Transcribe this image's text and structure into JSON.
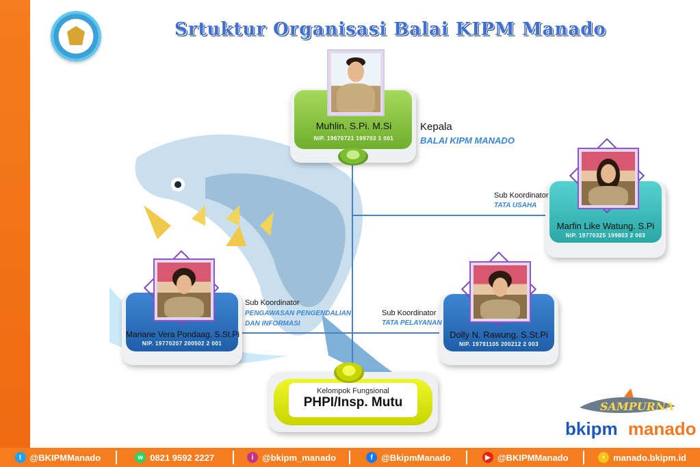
{
  "title": "Srtuktur Organisasi Balai KIPM Manado",
  "colors": {
    "orange": "#f57c1f",
    "blue": "#3a86d6",
    "green": "#8bc53f",
    "teal": "#3fc7c7",
    "navy": "#2d6fc0",
    "lime": "#d6e600"
  },
  "head": {
    "name": "Muhlin. S.Pi. M.Si",
    "nip": "NIP. 19670721 199703 1 001",
    "role_label": "Kepala",
    "role_unit": "BALAI KIPM MANADO"
  },
  "tata_usaha": {
    "name": "Marfin Like Watung. S.Pi",
    "nip": "NIP. 19770325 199803 2 003",
    "role_label": "Sub Koordinator",
    "role_unit": "TATA USAHA"
  },
  "pengawasan": {
    "name": "Mariane Vera Pondaag. S.St.Pi",
    "nip": "NIP. 19770207 200502 2 001",
    "role_label": "Sub Koordinator",
    "role_unit_1": "PENGAWASAN PENGENDALIAN",
    "role_unit_2": "DAN INFORMASI"
  },
  "pelayanan": {
    "name": "Dolly N. Rawung. S.St.Pi",
    "nip": "NIP. 19791105 200212 2 003",
    "role_label": "Sub Koordinator",
    "role_unit": "TATA PELAYANAN"
  },
  "fungsional": {
    "label": "Kelompok Fungsional",
    "title": "PHPI/Insp. Mutu"
  },
  "brand": {
    "logo_text": "SAMPURNA",
    "part1": "bkipm",
    "part2": "manado"
  },
  "footer": [
    {
      "icon": "twitter-icon",
      "color": "#1da1f2",
      "glyph": "t",
      "text": "@BKIPMManado"
    },
    {
      "icon": "whatsapp-icon",
      "color": "#25d366",
      "glyph": "w",
      "text": "0821 9592 2227"
    },
    {
      "icon": "instagram-icon",
      "color": "#c13584",
      "glyph": "i",
      "text": "@bkipm_manado"
    },
    {
      "icon": "facebook-icon",
      "color": "#1877f2",
      "glyph": "f",
      "text": "@BkipmManado"
    },
    {
      "icon": "youtube-icon",
      "color": "#e62117",
      "glyph": "▶",
      "text": "@BKIPMManado"
    },
    {
      "icon": "web-icon",
      "color": "#f5c518",
      "glyph": "•",
      "text": "manado.bkipm.id"
    }
  ]
}
